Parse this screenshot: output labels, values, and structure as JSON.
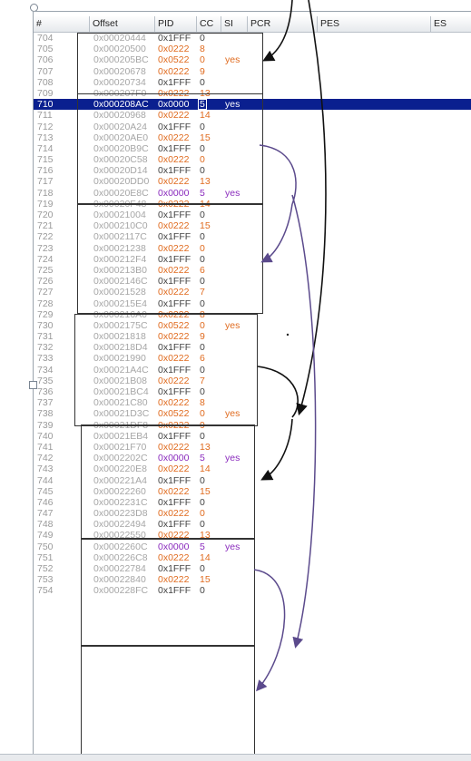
{
  "columns": [
    "#",
    "Offset",
    "PID",
    "CC",
    "SI",
    "PCR",
    "PES",
    "ES"
  ],
  "selected_row": "710",
  "rows": [
    [
      "704",
      "0x00020444",
      "0x1FFF",
      "0",
      ""
    ],
    [
      "705",
      "0x00020500",
      "0x0222",
      "8",
      ""
    ],
    [
      "706",
      "0x000205BC",
      "0x0522",
      "0",
      "yes"
    ],
    [
      "707",
      "0x00020678",
      "0x0222",
      "9",
      ""
    ],
    [
      "708",
      "0x00020734",
      "0x1FFF",
      "0",
      ""
    ],
    [
      "709",
      "0x000207F0",
      "0x0222",
      "13",
      ""
    ],
    [
      "710",
      "0x000208AC",
      "0x0000",
      "5",
      "yes"
    ],
    [
      "711",
      "0x00020968",
      "0x0222",
      "14",
      ""
    ],
    [
      "712",
      "0x00020A24",
      "0x1FFF",
      "0",
      ""
    ],
    [
      "713",
      "0x00020AE0",
      "0x0222",
      "15",
      ""
    ],
    [
      "714",
      "0x00020B9C",
      "0x1FFF",
      "0",
      ""
    ],
    [
      "715",
      "0x00020C58",
      "0x0222",
      "0",
      ""
    ],
    [
      "716",
      "0x00020D14",
      "0x1FFF",
      "0",
      ""
    ],
    [
      "717",
      "0x00020DD0",
      "0x0222",
      "13",
      ""
    ],
    [
      "718",
      "0x00020E8C",
      "0x0000",
      "5",
      "yes"
    ],
    [
      "719",
      "0x00020F48",
      "0x0222",
      "14",
      ""
    ],
    [
      "720",
      "0x00021004",
      "0x1FFF",
      "0",
      ""
    ],
    [
      "721",
      "0x000210C0",
      "0x0222",
      "15",
      ""
    ],
    [
      "722",
      "0x0002117C",
      "0x1FFF",
      "0",
      ""
    ],
    [
      "723",
      "0x00021238",
      "0x0222",
      "0",
      ""
    ],
    [
      "724",
      "0x000212F4",
      "0x1FFF",
      "0",
      ""
    ],
    [
      "725",
      "0x000213B0",
      "0x0222",
      "6",
      ""
    ],
    [
      "726",
      "0x0002146C",
      "0x1FFF",
      "0",
      ""
    ],
    [
      "727",
      "0x00021528",
      "0x0222",
      "7",
      ""
    ],
    [
      "728",
      "0x000215E4",
      "0x1FFF",
      "0",
      ""
    ],
    [
      "729",
      "0x000216A0",
      "0x0222",
      "8",
      ""
    ],
    [
      "730",
      "0x0002175C",
      "0x0522",
      "0",
      "yes"
    ],
    [
      "731",
      "0x00021818",
      "0x0222",
      "9",
      ""
    ],
    [
      "732",
      "0x000218D4",
      "0x1FFF",
      "0",
      ""
    ],
    [
      "733",
      "0x00021990",
      "0x0222",
      "6",
      ""
    ],
    [
      "734",
      "0x00021A4C",
      "0x1FFF",
      "0",
      ""
    ],
    [
      "735",
      "0x00021B08",
      "0x0222",
      "7",
      ""
    ],
    [
      "736",
      "0x00021BC4",
      "0x1FFF",
      "0",
      ""
    ],
    [
      "737",
      "0x00021C80",
      "0x0222",
      "8",
      ""
    ],
    [
      "738",
      "0x00021D3C",
      "0x0522",
      "0",
      "yes"
    ],
    [
      "739",
      "0x00021DF8",
      "0x0222",
      "9",
      ""
    ],
    [
      "740",
      "0x00021EB4",
      "0x1FFF",
      "0",
      ""
    ],
    [
      "741",
      "0x00021F70",
      "0x0222",
      "13",
      ""
    ],
    [
      "742",
      "0x0002202C",
      "0x0000",
      "5",
      "yes"
    ],
    [
      "743",
      "0x000220E8",
      "0x0222",
      "14",
      ""
    ],
    [
      "744",
      "0x000221A4",
      "0x1FFF",
      "0",
      ""
    ],
    [
      "745",
      "0x00022260",
      "0x0222",
      "15",
      ""
    ],
    [
      "746",
      "0x0002231C",
      "0x1FFF",
      "0",
      ""
    ],
    [
      "747",
      "0x000223D8",
      "0x0222",
      "0",
      ""
    ],
    [
      "748",
      "0x00022494",
      "0x1FFF",
      "0",
      ""
    ],
    [
      "749",
      "0x00022550",
      "0x0222",
      "13",
      ""
    ],
    [
      "750",
      "0x0002260C",
      "0x0000",
      "5",
      "yes"
    ],
    [
      "751",
      "0x000226C8",
      "0x0222",
      "14",
      ""
    ],
    [
      "752",
      "0x00022784",
      "0x1FFF",
      "0",
      ""
    ],
    [
      "753",
      "0x00022840",
      "0x0222",
      "15",
      ""
    ],
    [
      "754",
      "0x000228FC",
      "0x1FFF",
      "0",
      ""
    ]
  ],
  "colors": {
    "selection": "#0a1f8f",
    "pid_0222_0522": "#e06b1f",
    "pid_0000": "#8a2bbd",
    "pid_1fff": "#444444",
    "arrow_black": "#111111",
    "arrow_purple": "#5b4a8c"
  }
}
